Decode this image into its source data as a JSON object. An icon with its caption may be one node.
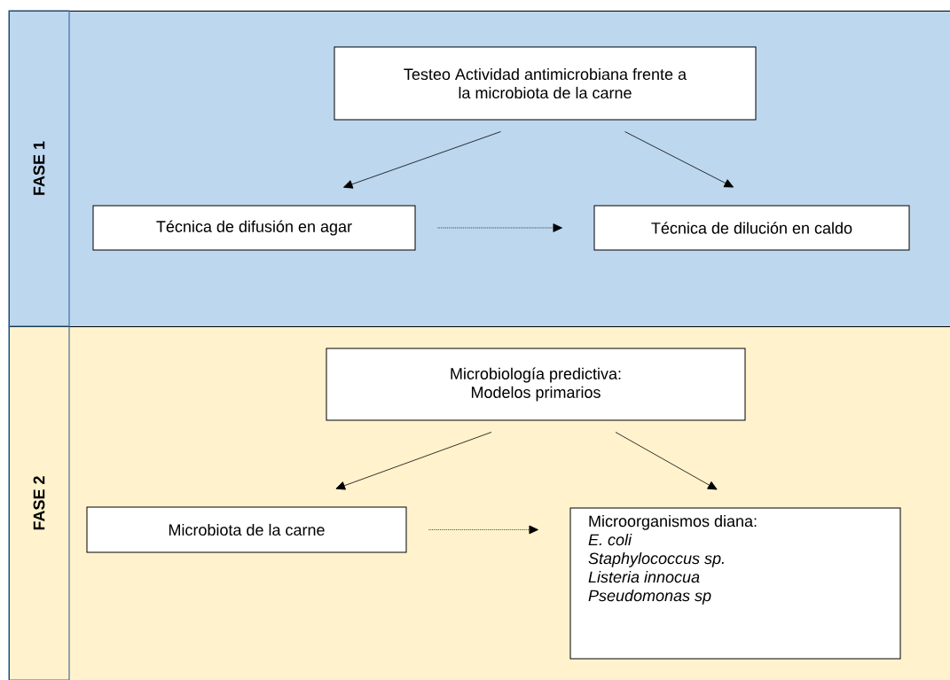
{
  "diagram": {
    "nodes": [
      {
        "text": [
          "FASE 1"
        ]
      },
      {
        "text": [
          "Testeo Actividad antimicrobiana frente a la microbiota de la carne"
        ],
        "in": 0
      },
      {
        "text": [
          "Técnica de difusión en agar"
        ],
        "in": 0
      },
      {
        "text": [
          "Técnica de dilución en caldo"
        ],
        "in": 0
      },
      {
        "text": [
          "FASE 2"
        ]
      },
      {
        "text": [
          "Microbiología predictiva: Modelos primarios"
        ],
        "in": 4
      },
      {
        "text": [
          "Microbiota de la carne"
        ],
        "in": 4
      },
      {
        "text": [
          "Microorganismos diana:",
          "E. coli",
          "Staphylococcus sp.",
          "Listeria innocua",
          "Pseudomonas sp"
        ],
        "in": 4
      }
    ],
    "edges": [
      {
        "from": 1,
        "to": 2,
        "arrow": "to"
      },
      {
        "from": 1,
        "to": 3,
        "arrow": "to"
      },
      {
        "from": 2,
        "to": 3,
        "arrow": "to",
        "style": "dashed"
      },
      {
        "from": 5,
        "to": 6,
        "arrow": "to"
      },
      {
        "from": 5,
        "to": 7,
        "arrow": "to"
      },
      {
        "from": 6,
        "to": 7,
        "arrow": "to",
        "style": "dashed"
      }
    ]
  }
}
